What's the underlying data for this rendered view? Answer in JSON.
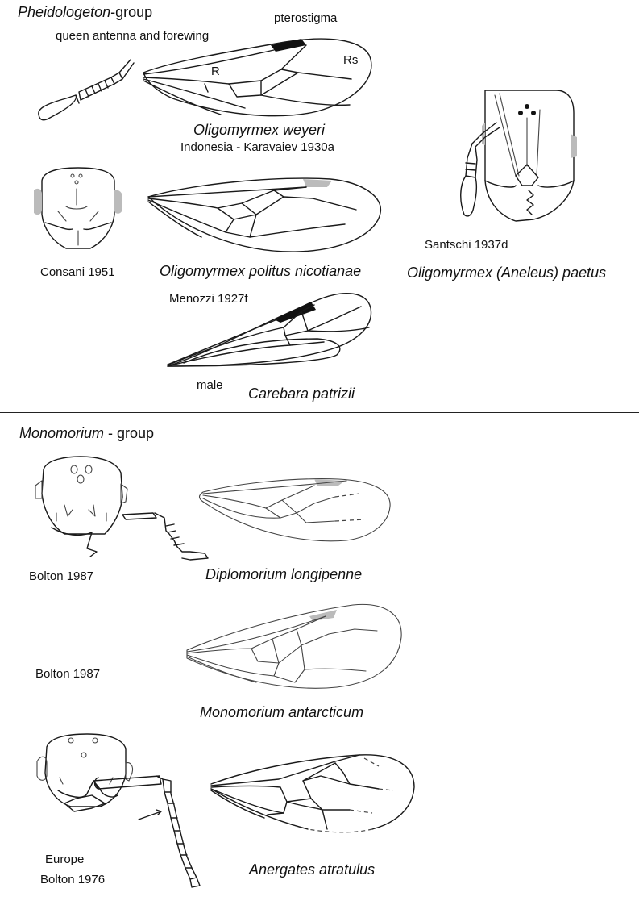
{
  "groups": {
    "pheidologeton": {
      "name": "Pheidologeton",
      "suffix": "-group"
    },
    "monomorium": {
      "name": "Monomorium",
      "suffix": " - group"
    }
  },
  "labels": {
    "queen_antenna_forewing": "queen antenna and forewing",
    "pterostigma": "pterostigma",
    "vein_r": "R",
    "vein_rs": "Rs",
    "male": "male"
  },
  "species": {
    "oligomyrmex_weyeri": "Oligomyrmex weyeri",
    "oligomyrmex_politus": "Oligomyrmex politus nicotianae",
    "oligomyrmex_paetus": "Oligomyrmex (Aneleus) paetus",
    "carebara_patrizii": "Carebara patrizii",
    "diplomorium_longipenne": "Diplomorium longipenne",
    "monomorium_antarcticum": "Monomorium antarcticum",
    "anergates_atratulus": "Anergates atratulus"
  },
  "sources": {
    "karavaiev": "Indonesia - Karavaiev 1930a",
    "consani": "Consani 1951",
    "santschi": "Santschi 1937d",
    "menozzi": "Menozzi 1927f",
    "bolton_1987_a": "Bolton 1987",
    "bolton_1987_b": "Bolton 1987",
    "europe": "Europe",
    "bolton_1976": "Bolton 1976"
  }
}
